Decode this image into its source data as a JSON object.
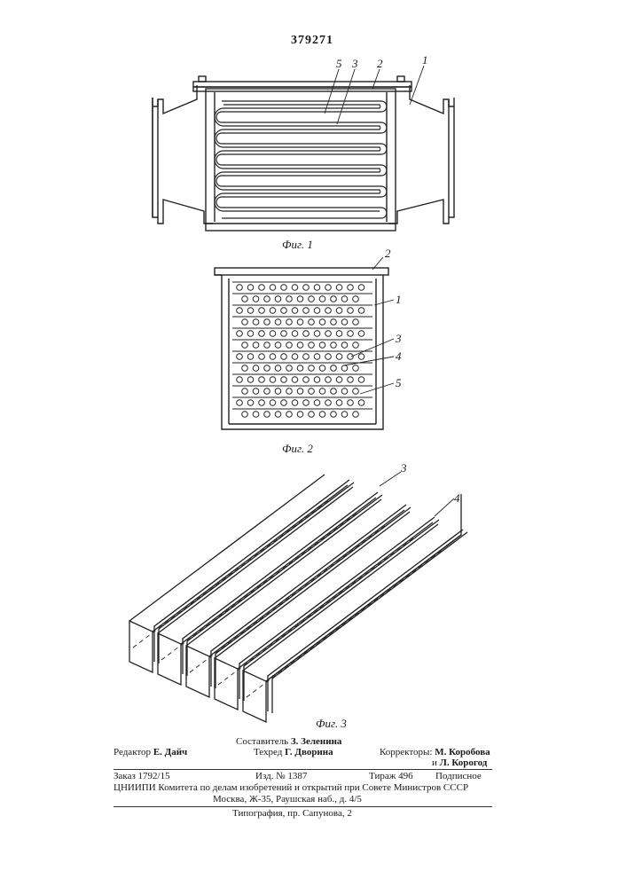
{
  "header": {
    "patent_number": "379271"
  },
  "figures": {
    "fig1": {
      "caption": "Фиг. 1",
      "callouts": [
        {
          "text": "5"
        },
        {
          "text": "3"
        },
        {
          "text": "2"
        },
        {
          "text": "1"
        }
      ]
    },
    "fig2": {
      "caption": "Фиг. 2",
      "callouts": [
        {
          "text": "2"
        },
        {
          "text": "1"
        },
        {
          "text": "3"
        },
        {
          "text": "4"
        },
        {
          "text": "5"
        }
      ]
    },
    "fig3": {
      "caption": "Фиг. 3",
      "callouts": [
        {
          "text": "3"
        },
        {
          "text": "4"
        }
      ]
    }
  },
  "imprint": {
    "compiler_label": "Составитель",
    "compiler_name": "З. Зеленина",
    "editor_label": "Редактор",
    "editor_name": "Е. Дайч",
    "tech_editor_label": "Техред",
    "tech_editor_name": "Г. Дворина",
    "correctors_label": "Корректоры:",
    "corrector1": "М. Коробова",
    "corrector2_prefix": "и",
    "corrector2": "Л. Корогод",
    "order": "Заказ 1792/15",
    "edition_no": "Изд. № 1387",
    "print_run": "Тираж 496",
    "subscription": "Подписное",
    "institute_line": "ЦНИИПИ Комитета по делам изобретений и открытий при Совете Министров СССР",
    "address_line": "Москва, Ж-35, Раушская наб., д. 4/5",
    "printer_line": "Типография, пр. Сапунова, 2"
  }
}
